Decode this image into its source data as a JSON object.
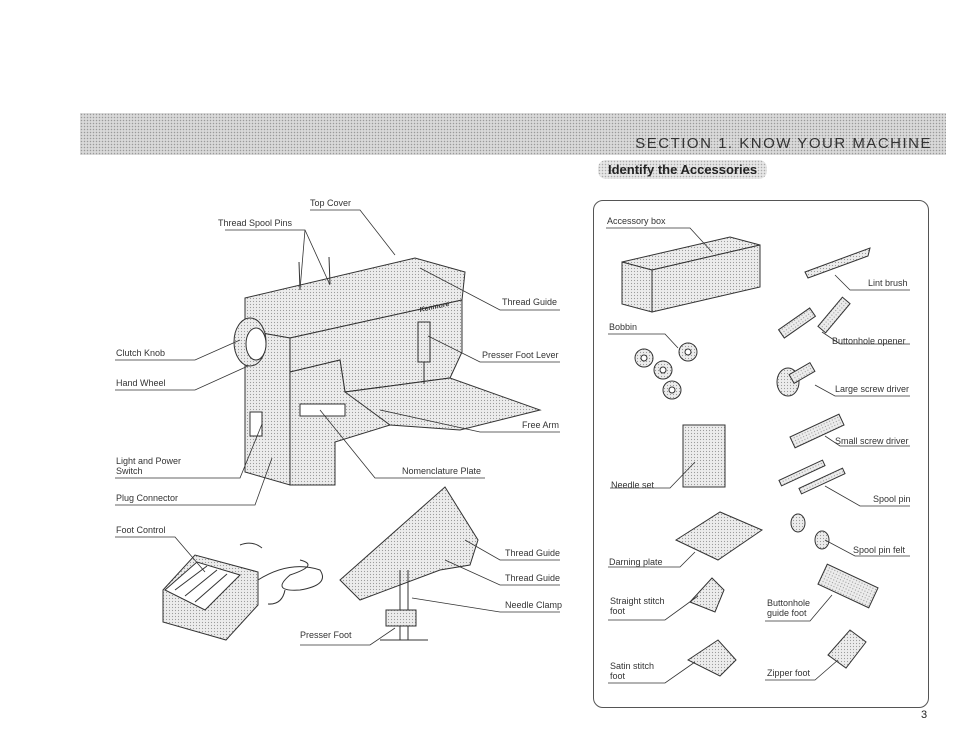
{
  "header": {
    "section_title": "SECTION 1.   KNOW YOUR MACHINE",
    "accessories_title": "Identify the Accessories"
  },
  "brand_mark": "Kenmore",
  "machine_labels": {
    "top_cover": "Top Cover",
    "thread_spool_pins": "Thread Spool Pins",
    "thread_guide_top": "Thread Guide",
    "clutch_knob": "Clutch Knob",
    "presser_foot_lever": "Presser Foot Lever",
    "hand_wheel": "Hand Wheel",
    "free_arm": "Free Arm",
    "light_power_switch": "Light and Power Switch",
    "nomenclature_plate": "Nomenclature Plate",
    "plug_connector": "Plug Connector",
    "foot_control": "Foot Control",
    "thread_guide_1": "Thread Guide",
    "thread_guide_2": "Thread Guide",
    "needle_clamp": "Needle Clamp",
    "presser_foot": "Presser Foot"
  },
  "accessory_labels": {
    "accessory_box": "Accessory box",
    "lint_brush": "Lint brush",
    "bobbin": "Bobbin",
    "buttonhole_opener": "Buttonhole opener",
    "large_screw_driver": "Large screw driver",
    "small_screw_driver": "Small screw driver",
    "needle_set": "Needle set",
    "spool_pin": "Spool pin",
    "spool_pin_felt": "Spool pin felt",
    "darning_plate": "Darning plate",
    "straight_stitch_foot": "Straight stitch foot",
    "buttonhole_guide_foot": "Buttonhole guide foot",
    "satin_stitch_foot": "Satin stitch foot",
    "zipper_foot": "Zipper foot"
  },
  "page_number": "3"
}
